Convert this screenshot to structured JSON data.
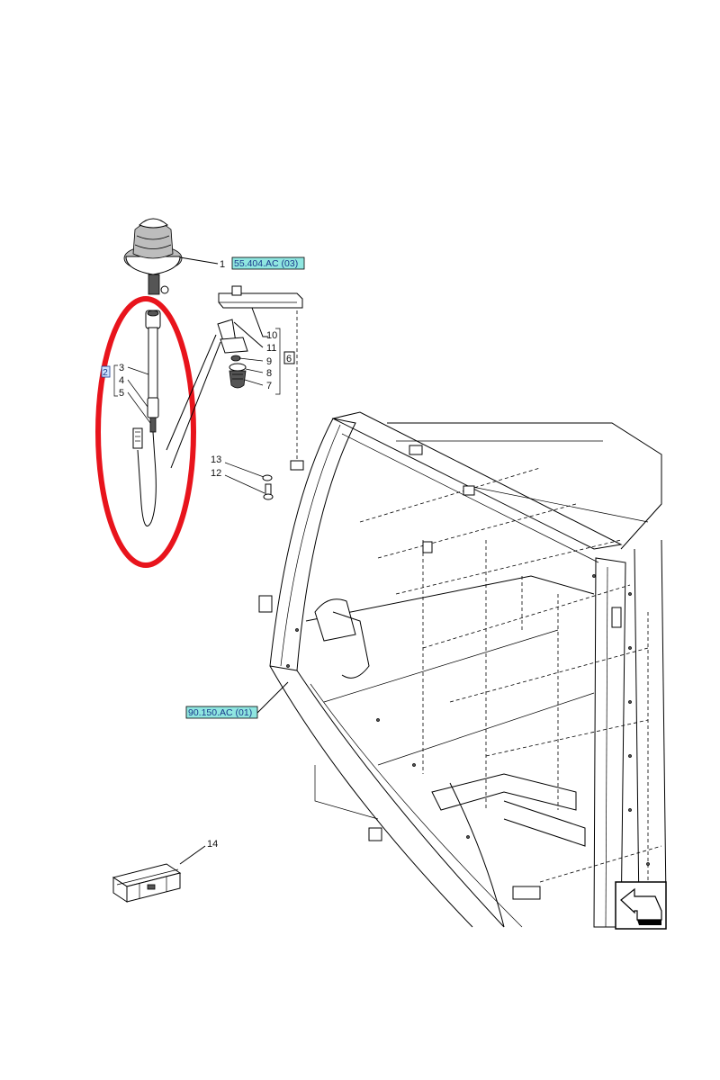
{
  "callouts": {
    "c1": "1",
    "c2": "2",
    "c3": "3",
    "c4": "4",
    "c5": "5",
    "c6": "6",
    "c7": "7",
    "c8": "8",
    "c9": "9",
    "c10": "10",
    "c11": "11",
    "c12": "12",
    "c13": "13",
    "c14": "14"
  },
  "references": {
    "beacon_ref": "55.404.AC (03)",
    "frame_ref": "90.150.AC (01)"
  },
  "colors": {
    "reference_box_fill": "#8fe6e0",
    "highlight_ellipse": "#e8141c",
    "line": "#000000"
  },
  "icons": {
    "kit_box": "wooden-crate-icon",
    "navigation": "return-arrow-icon"
  }
}
